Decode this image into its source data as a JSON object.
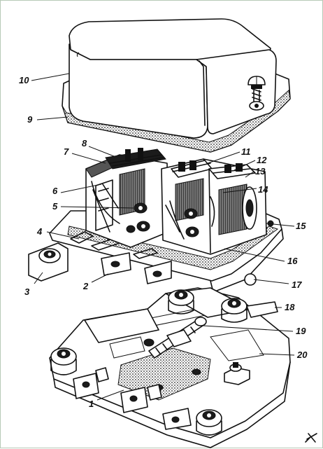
{
  "callouts": [
    {
      "id": "1",
      "text": "1"
    },
    {
      "id": "2",
      "text": "2"
    },
    {
      "id": "3",
      "text": "3"
    },
    {
      "id": "4",
      "text": "4"
    },
    {
      "id": "5",
      "text": "5"
    },
    {
      "id": "6",
      "text": "6"
    },
    {
      "id": "7",
      "text": "7"
    },
    {
      "id": "8",
      "text": "8"
    },
    {
      "id": "9",
      "text": "9"
    },
    {
      "id": "10",
      "text": "10"
    },
    {
      "id": "11",
      "text": "11"
    },
    {
      "id": "12",
      "text": "12"
    },
    {
      "id": "13",
      "text": "13"
    },
    {
      "id": "14",
      "text": "14"
    },
    {
      "id": "15",
      "text": "15"
    },
    {
      "id": "16",
      "text": "16"
    },
    {
      "id": "17",
      "text": "17"
    },
    {
      "id": "18",
      "text": "18"
    },
    {
      "id": "19",
      "text": "19"
    },
    {
      "id": "20",
      "text": "20"
    }
  ],
  "colors": {
    "ink": "#111111",
    "paper": "#ffffff",
    "frame": "#b7c9b7"
  },
  "icons": {
    "corner_mark": "cut-corner-mark-icon"
  }
}
